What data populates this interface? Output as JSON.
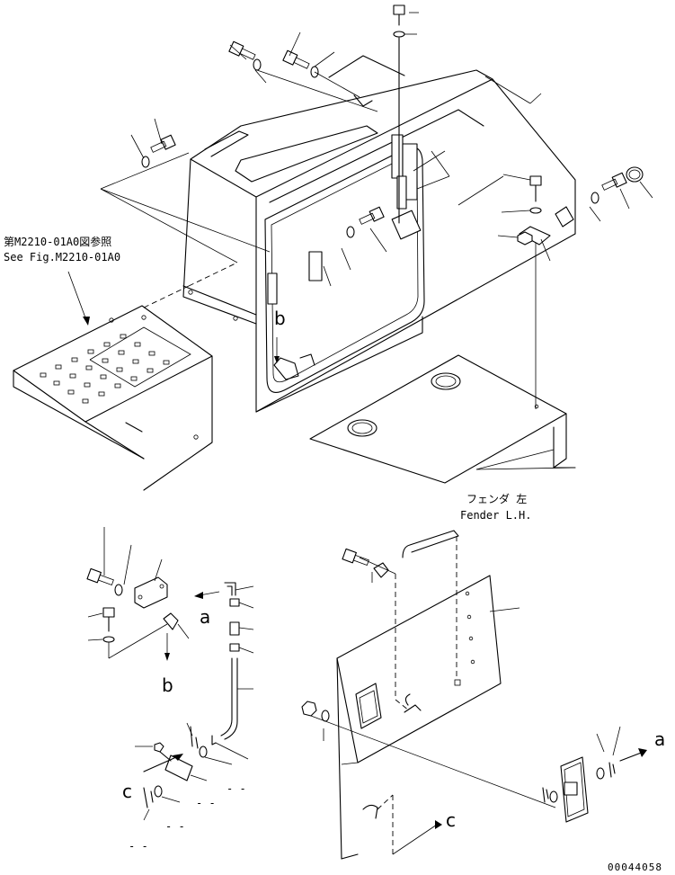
{
  "references": {
    "see_fig_jp": "第M2210-01A0図参照",
    "see_fig_en": "See Fig.M2210-01A0"
  },
  "fender": {
    "label_jp": "フェンダ 左",
    "label_en": "Fender L.H."
  },
  "view_markers": {
    "a": "a",
    "b": "b",
    "c": "c"
  },
  "blank_refs": [
    "- -",
    "- -",
    "- -",
    "- -"
  ],
  "drawing_code": "00044058"
}
